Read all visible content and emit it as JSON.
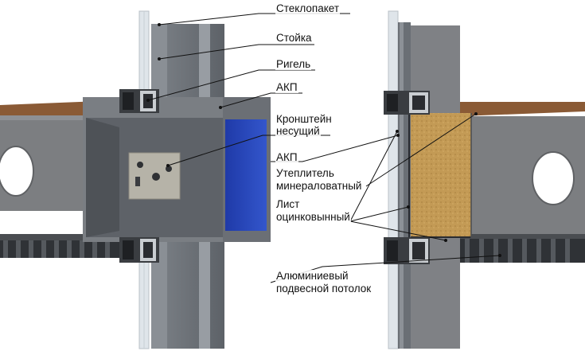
{
  "labels": {
    "glass_unit": "Стеклопакет",
    "mullion": "Стойка",
    "transom": "Ригель",
    "acp_top": "АКП",
    "bracket_line1": "Кронштейн",
    "bracket_line2": "несущий",
    "acp_mid": "АКП",
    "insulation_line1": "Утеплитель",
    "insulation_line2": "минераловатный",
    "sheet_line1": "Лист",
    "sheet_line2": "оцинковынный",
    "ceiling_line1": "Алюминиевый",
    "ceiling_line2": "подвесной потолок"
  },
  "colors": {
    "steel_dark": "#6f747a",
    "steel_mid": "#8e9399",
    "steel_light": "#b3b7bc",
    "concrete": "#7c7e81",
    "wood_top": "#8a5a35",
    "acp_blue": "#2747b8",
    "insulation": "#c39a55",
    "glass": "#dfe5ea"
  }
}
